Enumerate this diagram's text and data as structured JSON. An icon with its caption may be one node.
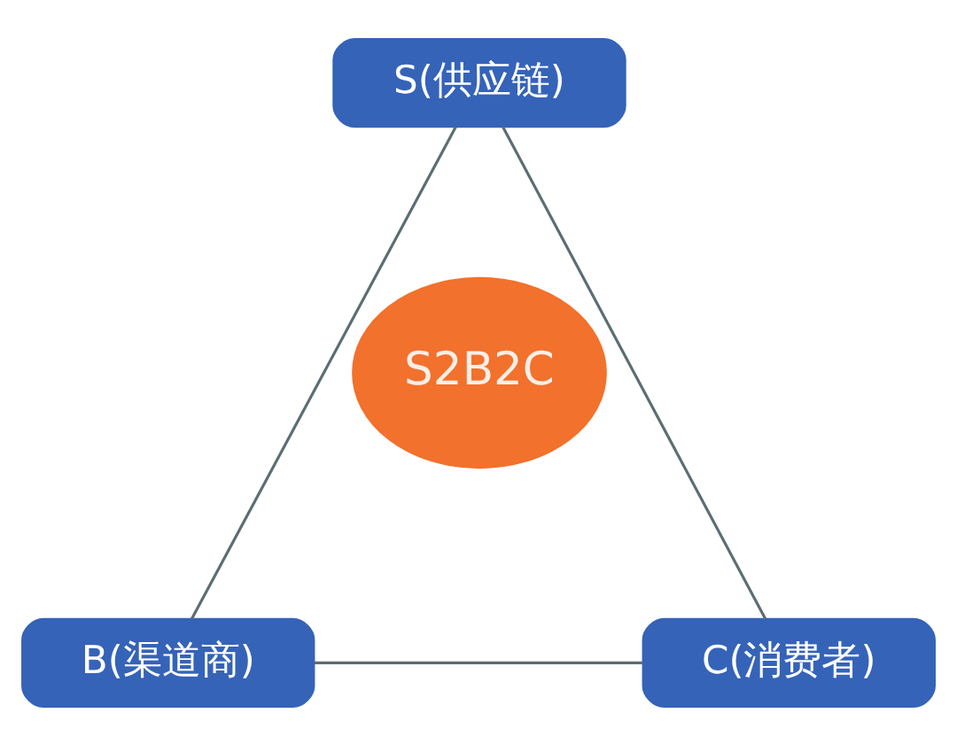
{
  "diagram": {
    "nodes": [
      {
        "text": [
          "S(供应链)"
        ]
      },
      {
        "text": [
          "S2B2C"
        ]
      },
      {
        "text": [
          "B(渠道商)"
        ]
      },
      {
        "text": [
          "C(消费者)"
        ]
      }
    ],
    "edges": [
      {
        "from": 0,
        "to": 2,
        "arrow": "none"
      },
      {
        "from": 0,
        "to": 3,
        "arrow": "none"
      },
      {
        "from": 2,
        "to": 3,
        "arrow": "none"
      }
    ]
  }
}
